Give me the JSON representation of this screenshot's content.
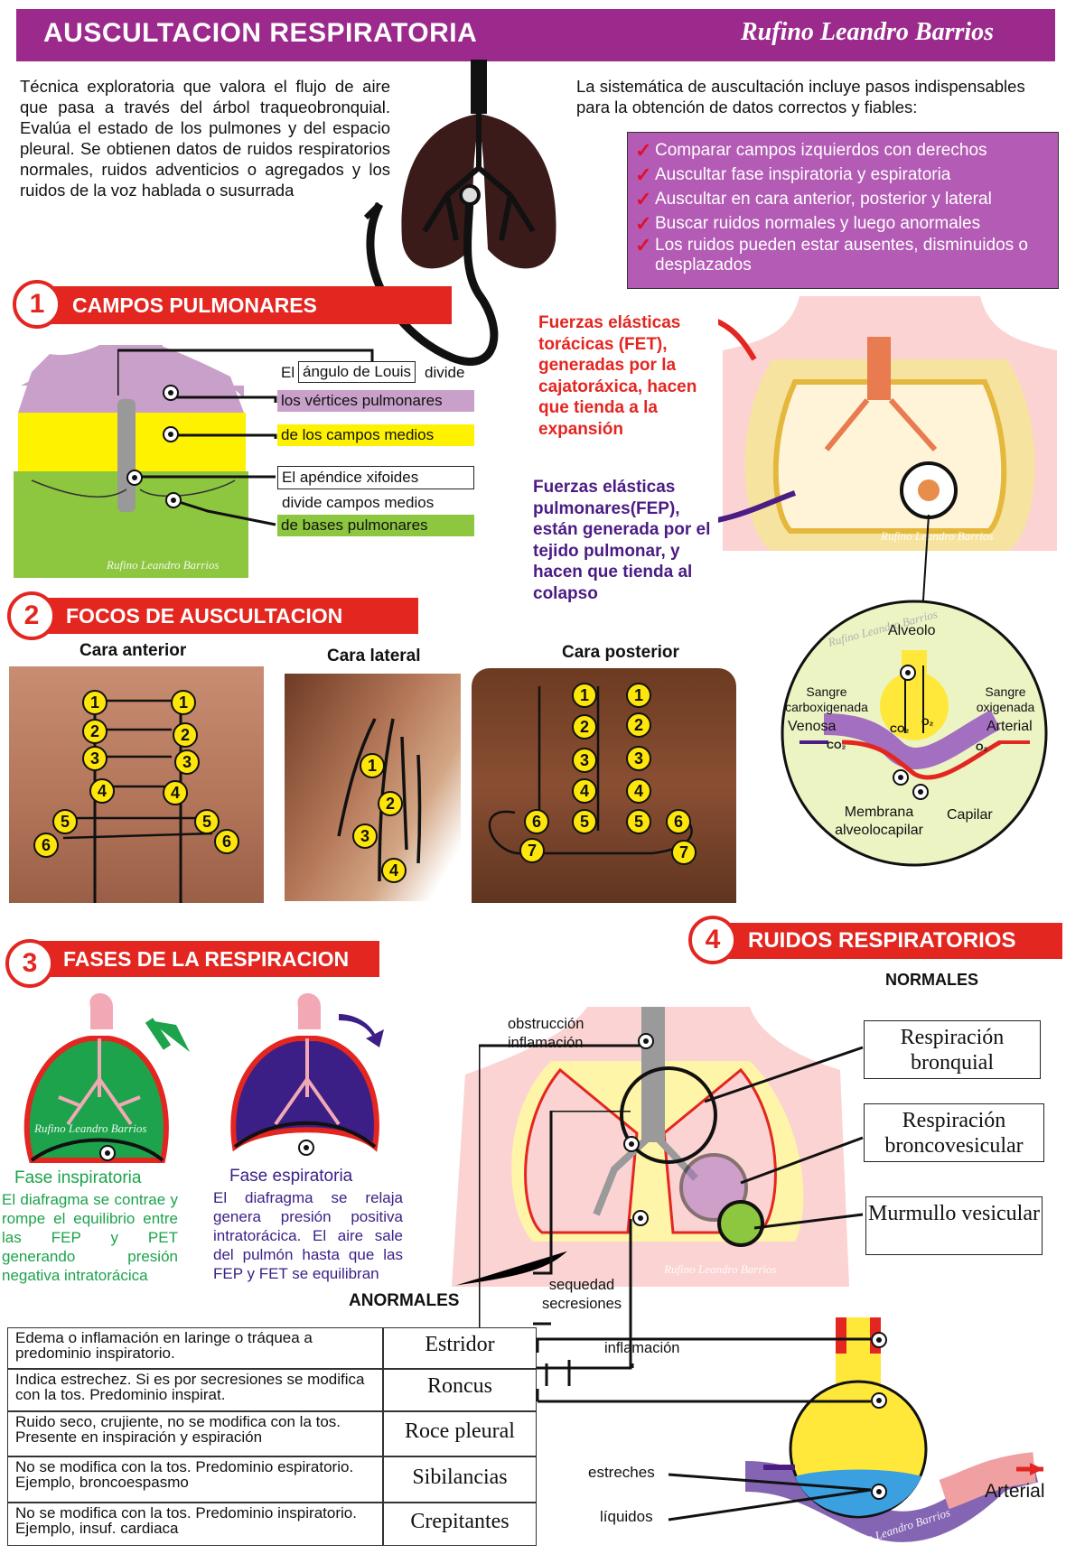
{
  "header": {
    "title": "AUSCULTACION RESPIRATORIA",
    "author": "Rufino Leandro Barrios"
  },
  "intro": "Técnica exploratoria que valora el flujo de aire que pasa a través del árbol traqueobronquial. Evalúa el estado de los pulmones y del espacio pleural. Se obtienen datos de ruidos respiratorios normales, ruidos adventicios o agregados y los ruidos de la voz hablada o susurrada",
  "systematic": {
    "text": "La sistemática de auscultación incluye pasos indispensables para la obtención de datos correctos y fiables:",
    "tick": "✓",
    "items": [
      "Comparar campos izquierdos con derechos",
      "Auscultar fase inspiratoria y espiratoria",
      "Auscultar  en cara anterior, posterior y lateral",
      "Buscar ruidos normales y luego anormales",
      "Los ruidos pueden estar ausentes, disminuidos o desplazados"
    ]
  },
  "section1": {
    "num": "1",
    "title": "CAMPOS PULMONARES",
    "labels": {
      "el": "El",
      "angulo": "ángulo de Louis",
      "divide": "divide",
      "vertices": "los vértices pulmonares",
      "medios": "de los campos medios",
      "apendice": "El apéndice xifoides",
      "divide_medios": "divide campos medios",
      "bases": "de bases pulmonares"
    },
    "watermark": "Rufino Leandro Barrios"
  },
  "section2": {
    "num": "2",
    "title": "FOCOS DE AUSCULTACION",
    "anterior": "Cara anterior",
    "lateral": "Cara lateral",
    "posterior": "Cara posterior"
  },
  "forces": {
    "fet": "Fuerzas elásticas torácicas (FET), generadas por la cajatoráxica, hacen que tienda a la expansión",
    "fep": "Fuerzas elásticas pulmonares(FEP), están generada por el tejido pulmonar, y hacen que tienda al colapso",
    "watermark": "Rufino Leandro Barrios"
  },
  "alveolo": {
    "alveolo": "Alveolo",
    "sangre_carbo": "Sangre carboxigenada",
    "venosa": "Venosa",
    "sangre_oxi": "Sangre oxigenada",
    "arterial": "Arterial",
    "co2": "CO₂",
    "o2": "O₂",
    "membrana": "Membrana alveolocapilar",
    "capilar": "Capilar",
    "watermark": "Rufino Leandro Barrios"
  },
  "section3": {
    "num": "3",
    "title": "FASES DE LA RESPIRACION",
    "insp_title": "Fase inspiratoria",
    "insp_text": "El diafragma se contrae y rompe el equilibrio entre las FEP y PET generando presión negativa intratorácica",
    "esp_title": "Fase espiratoria",
    "esp_text": "El diafragma se relaja genera presión positiva intratorácica. El aire sale del pulmón hasta que las FEP y FET se equilibran",
    "watermark": "Rufino Leandro Barrios"
  },
  "section4": {
    "num": "4",
    "title": "RUIDOS RESPIRATORIOS",
    "normales": "NORMALES",
    "anormales": "ANORMALES",
    "normal_sounds": [
      "Respiración bronquial",
      "Respiración broncovesicular",
      "Murmullo vesicular"
    ],
    "annot": {
      "obstruccion": "obstrucción inflamación",
      "sequedad": "sequedad secresiones",
      "inflamacion": "inflamación",
      "estreches": "estreches",
      "liquidos": "líquidos",
      "arterial": "Arterial"
    },
    "abnormal": [
      {
        "desc": "Edema o inflamación en laringe o tráquea a predominio inspiratorio.",
        "name": "Estridor"
      },
      {
        "desc": "Indica estrechez. Si es por secresiones se modifica con la tos. Predominio inspirat.",
        "name": "Roncus"
      },
      {
        "desc": "Ruido seco, crujiente, no se modifica con la tos. Presente en inspiración y espiración",
        "name": "Roce pleural"
      },
      {
        "desc": "No se modifica con la tos. Predominio espiratorio. Ejemplo, broncoespasmo",
        "name": "Sibilancias"
      },
      {
        "desc": "No se modifica con la tos. Predominio inspiratorio. Ejemplo, insuf. cardiaca",
        "name": "Crepitantes"
      }
    ],
    "watermark": "Rufino Leandro Barrios"
  },
  "colors": {
    "banner": "#e32620",
    "header": "#9b2a8c",
    "checklist": "#b45bb5",
    "vertices": "#c9a0c9",
    "medios": "#fff200",
    "bases": "#8dc63f"
  }
}
